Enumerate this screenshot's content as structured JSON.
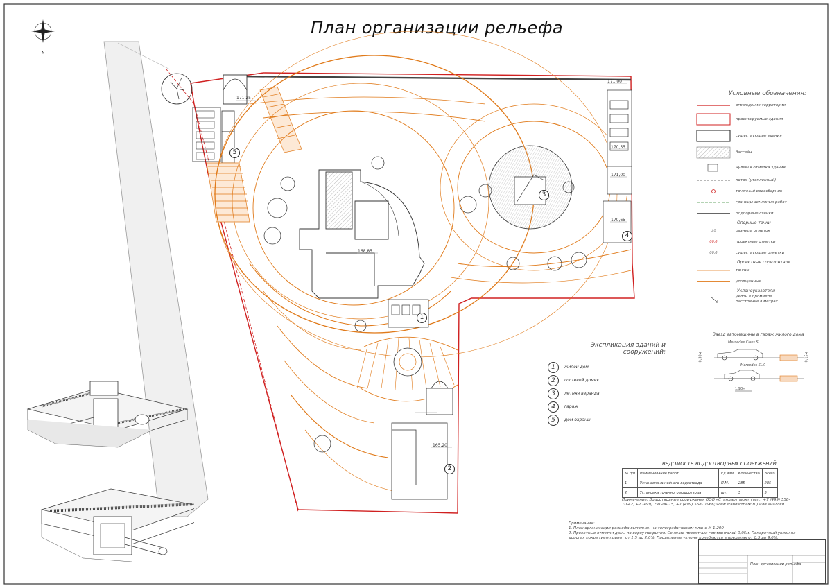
{
  "title": "План организации рельефа",
  "legend": {
    "title": "Условные обозначения:",
    "items": [
      {
        "label": "ограждение территории",
        "symbol": "fence"
      },
      {
        "label": "проектируемые здания",
        "symbol": "red-rect"
      },
      {
        "label": "существующие здания",
        "symbol": "black-rect"
      },
      {
        "label": "бассейн",
        "symbol": "hatch"
      },
      {
        "label": "нулевая отметка здания",
        "symbol": "level"
      },
      {
        "label": "лоток (утепленный)",
        "symbol": "tray"
      },
      {
        "label": "точечный водосборник",
        "symbol": "drain"
      },
      {
        "label": "границы земляных работ",
        "symbol": "green-dash"
      },
      {
        "label": "подпорные стенки",
        "symbol": "wall"
      }
    ],
    "sub_marks": "Опорные точки",
    "marks": [
      {
        "label": "разница отметок"
      },
      {
        "label": "проектные отметки"
      },
      {
        "label": "существующие отметки"
      }
    ],
    "sub_contours": "Проектные горизонтали",
    "contours": [
      {
        "label": "тонкие"
      },
      {
        "label": "утолщенные"
      }
    ],
    "sub_slope": "Уклоноуказатели",
    "slope": [
      "уклон в промилле",
      "расстояние в метрах"
    ]
  },
  "explication": {
    "title": "Экспликация зданий и сооружений:",
    "items": [
      {
        "num": "1",
        "label": "жилой дом"
      },
      {
        "num": "2",
        "label": "гостевой домик"
      },
      {
        "num": "3",
        "label": "летняя веранда"
      },
      {
        "num": "4",
        "label": "гараж"
      },
      {
        "num": "5",
        "label": "дом охраны"
      }
    ]
  },
  "garage": {
    "title": "Заезд автомашины в гараж жилого дома",
    "car1": "Mercedes Class S",
    "car2": "Mercedes SLK",
    "dims": [
      "0,30м",
      "0,15м",
      "1,90м"
    ]
  },
  "works_table": {
    "title": "ВЕДОМОСТЬ ВОДООТВОДНЫХ СООРУЖЕНИЙ",
    "headers": [
      "№ п/п",
      "Наименование работ",
      "Ед.изм",
      "Количество",
      "Всего"
    ],
    "rows": [
      [
        "1",
        "Установка линейного водоотвода",
        "П.М.",
        "285",
        "285"
      ],
      [
        "2",
        "Установка точечного водоотвода",
        "шт.",
        "5",
        "5"
      ]
    ]
  },
  "notes_top": "Примечание: Водоотводные сооружения ООО «Стандартпарк» (тел.: +7 (499) 558-10-42, +7 (499) 791-06-15, +7 (499) 558-10-66; www.standartpark.ru) или аналоги",
  "notes_bottom": [
    "Примечания:",
    "1. План организации рельефа выполнен на топографическом плане М 1:200",
    "2. Проектные отметки даны по верху покрытия. Сечение проектных горизонталей 0,05м. Поперечный уклон на дорогах покрытием принят от 1,5 до 2,0%. Продольные уклоны колеблются в пределах от 0,5 до 9,0%."
  ],
  "stamp_title": "План организации рельефа",
  "building_marks": [
    "171,25",
    "171,00",
    "170,55",
    "171,00",
    "170,65",
    "168,85",
    "165,20"
  ],
  "badges": [
    "1",
    "2",
    "3",
    "4",
    "5"
  ],
  "colors": {
    "contour": "#e07a1a",
    "red": "#d02020",
    "line": "#333333",
    "accent": "#c0392b"
  }
}
